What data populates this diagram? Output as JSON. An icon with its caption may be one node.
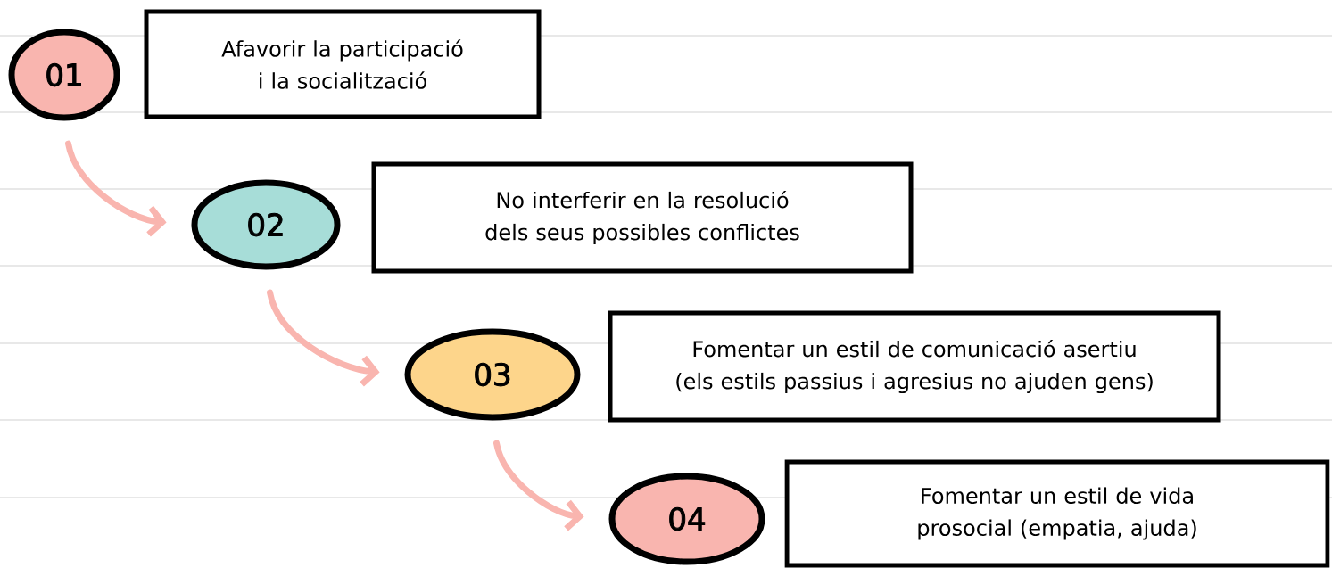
{
  "diagram": {
    "nodes": [
      {
        "text": [
          "01"
        ]
      },
      {
        "text": [
          "Afavorir la participació i la socialització"
        ]
      },
      {
        "text": [
          "02"
        ]
      },
      {
        "text": [
          "No interferir en la resolució dels seus possibles conflictes"
        ]
      },
      {
        "text": [
          "03"
        ]
      },
      {
        "text": [
          "Fomentar un estil de comunicació asertiu (els estils passius i agresius no ajuden gens)"
        ]
      },
      {
        "text": [
          "04"
        ]
      },
      {
        "text": [
          "Fomentar un estil de vida prosocial (empatia, ajuda)"
        ]
      }
    ],
    "edges": [
      {
        "from": 0,
        "to": 2,
        "arrow": "to"
      },
      {
        "from": 2,
        "to": 4,
        "arrow": "to"
      },
      {
        "from": 4,
        "to": 6,
        "arrow": "to"
      }
    ]
  }
}
